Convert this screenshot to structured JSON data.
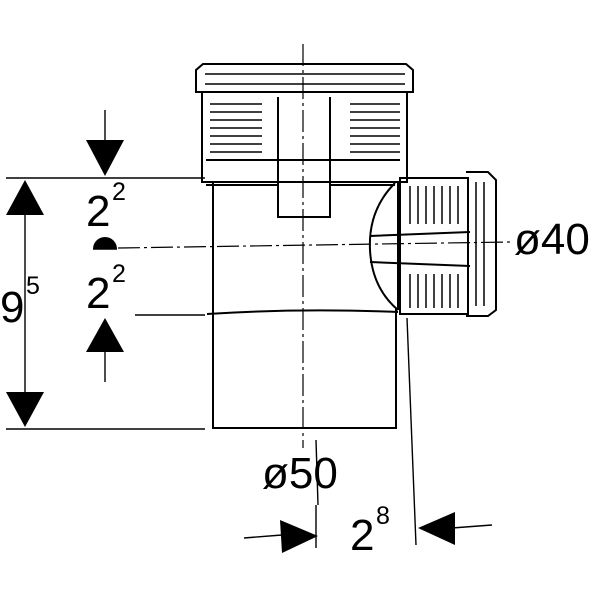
{
  "drawing": {
    "colors": {
      "line": "#000000",
      "background": "#ffffff"
    },
    "dimensions": {
      "total_height": {
        "base": "9",
        "exp": "5"
      },
      "upper_height": {
        "base": "2",
        "exp": "2"
      },
      "lower_height": {
        "base": "2",
        "exp": "2"
      },
      "branch_offset": {
        "base": "2",
        "exp": "8"
      },
      "main_diameter": "ø50",
      "branch_diameter": "ø40"
    }
  }
}
